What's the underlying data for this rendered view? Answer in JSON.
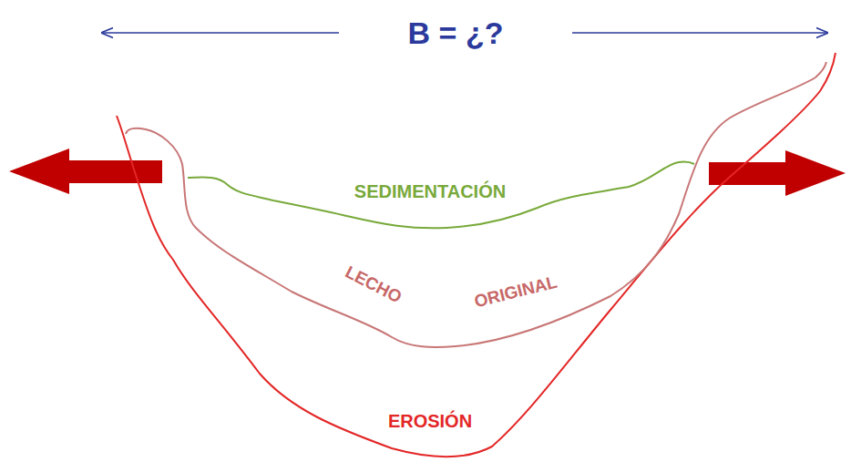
{
  "diagram": {
    "title": "B = ¿?",
    "labels": [
      "SEDIMENTACIÓN",
      "LECHO",
      "ORIGINAL",
      "EROSIÓN"
    ]
  }
}
